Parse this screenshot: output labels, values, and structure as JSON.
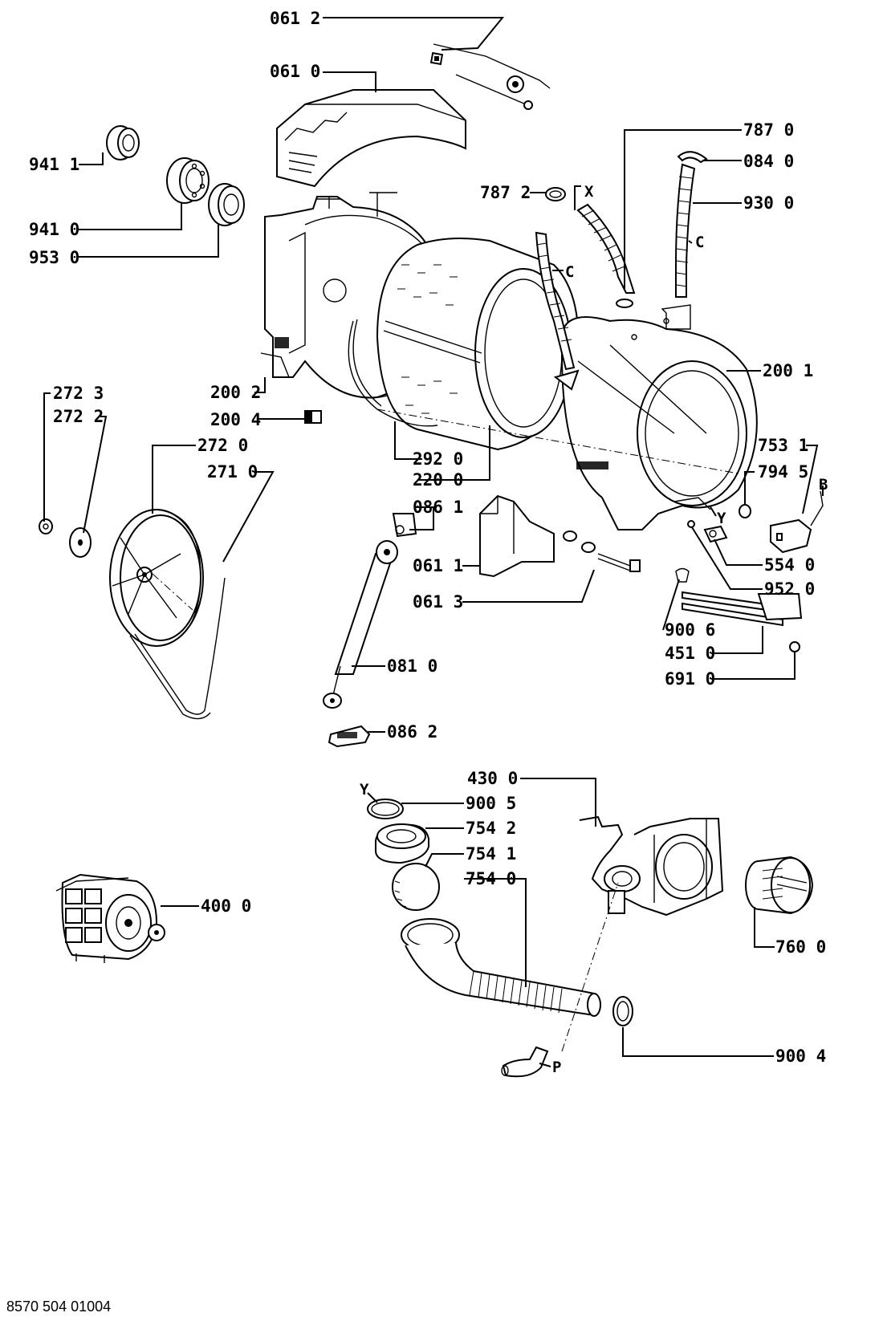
{
  "document_number": "8570 504 01004",
  "part_labels": {
    "p0612": "061 2",
    "p0610": "061 0",
    "p9411": "941 1",
    "p9410": "941 0",
    "p9530": "953 0",
    "p7870": "787 0",
    "p0840": "084 0",
    "p7872": "787 2",
    "pX": "X",
    "p9300": "930 0",
    "pC1": "C",
    "pC2": "C",
    "p2002": "200 2",
    "p2001": "200 1",
    "p2004": "200 4",
    "p2723": "272 3",
    "p2722": "272 2",
    "p2720": "272 0",
    "p2710": "271 0",
    "p2920": "292 0",
    "p2200": "220 0",
    "p7531": "753 1",
    "p7945": "794 5",
    "pB": "B",
    "p0861": "086 1",
    "pY1": "Y",
    "p0611": "061 1",
    "p5540": "554 0",
    "p9520": "952 0",
    "p0613": "061 3",
    "p9006": "900 6",
    "p4510": "451 0",
    "p0810": "081 0",
    "p6910": "691 0",
    "p0862": "086 2",
    "p4300": "430 0",
    "pY2": "Y",
    "p9005": "900 5",
    "p7542": "754 2",
    "p7541": "754 1",
    "p7540": "754 0",
    "p4000": "400 0",
    "p7600": "760 0",
    "p9004": "900 4",
    "pP": "P"
  },
  "icons": [
    "bearing-icon",
    "seal-icon",
    "drum-icon",
    "tub-icon",
    "pulley-icon",
    "belt-icon",
    "shock-absorber-icon",
    "heater-icon",
    "motor-icon",
    "pump-icon",
    "filter-icon",
    "hose-icon",
    "clamp-icon",
    "ball-valve-icon"
  ]
}
